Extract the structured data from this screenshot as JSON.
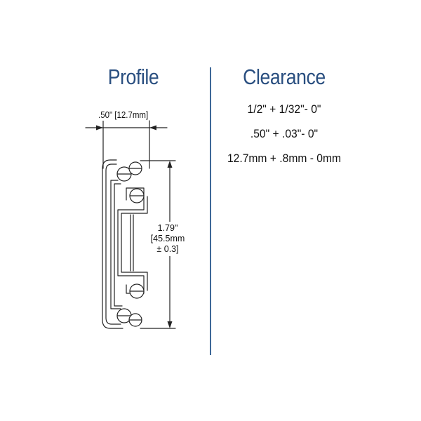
{
  "profile": {
    "title": "Profile",
    "width_dimension": ".50\" [12.7mm]",
    "height_dimension": [
      "1.79\"",
      "[45.5mm",
      "± 0.3]"
    ]
  },
  "clearance": {
    "title": "Clearance",
    "lines": [
      "1/2\" + 1/32\"- 0\"",
      ".50\" + .03\"- 0\"",
      "12.7mm + .8mm - 0mm"
    ]
  },
  "colors": {
    "heading": "#2a4f80",
    "divider": "#3e6898",
    "line": "#222222"
  },
  "icons": [
    "drawer-slide-profile-drawing"
  ]
}
